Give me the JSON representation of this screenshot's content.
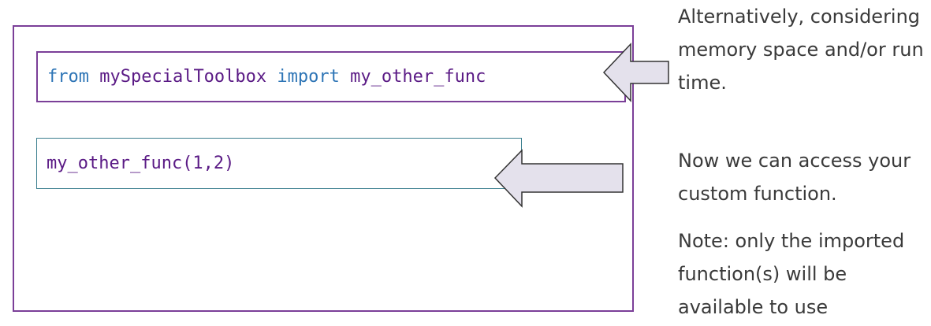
{
  "code": {
    "line1": {
      "kw_from": "from",
      "module": "mySpecialToolbox",
      "kw_import": "import",
      "func": "my_other_func"
    },
    "line2": {
      "call": "my_other_func(1,2)"
    }
  },
  "notes": {
    "note1": "Alternatively, considering memory space and/or run time.",
    "note2": "Now we can access your custom function.",
    "note3": "Note: only the imported function(s) will be available to use"
  },
  "colors": {
    "frame": "#7B3F98",
    "box2_border": "#3B7F8F",
    "keyword": "#2E75B6",
    "identifier": "#5A1A85",
    "arrow_fill": "#E4E1EC",
    "arrow_stroke": "#333333",
    "text": "#3a3a3a"
  },
  "icons": {
    "arrow1": "left-arrow-icon",
    "arrow2": "left-arrow-icon"
  }
}
